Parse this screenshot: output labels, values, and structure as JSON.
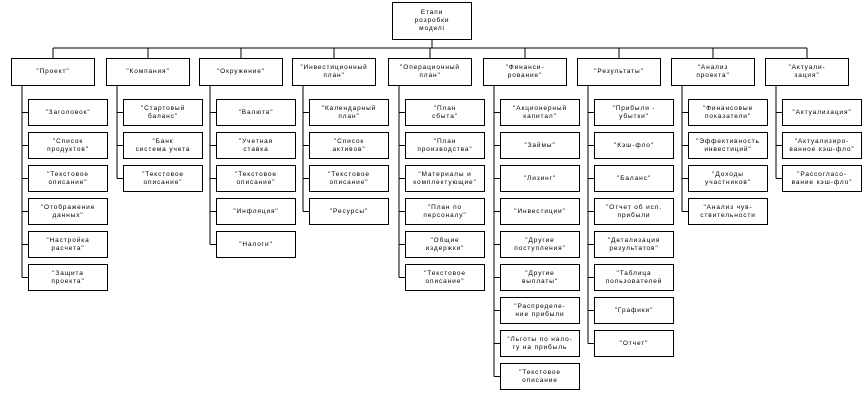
{
  "root": "Етапи\nрозробки\nмоделі",
  "columns": [
    {
      "header": "\"Проект\"",
      "items": [
        "\"Заголовок\"",
        "\"Список\nпродуктов\"",
        "\"Текстовое\nописание\"",
        "\"Отображение\nданных\"",
        "\"Настройка\nрасчета\"",
        "\"Защита\nпроекта\""
      ]
    },
    {
      "header": "\"Компания\"",
      "items": [
        "\"Стартовый\nбаланс\"",
        "\"Банк\nсистема учета",
        "\"Текстовое\nописание\""
      ]
    },
    {
      "header": "\"Окружение\"",
      "items": [
        "\"Валюта\"",
        "\"Учетная\nставка",
        "\"Текстовое\nописание\"",
        "\"Инфляция\"",
        "\"Налоги\""
      ]
    },
    {
      "header": "\"Инвестиционный\nплан\"",
      "items": [
        "\"Календарный\nплан\"",
        "\"Список\nактивов\"",
        "\"Текстовое\nописание\"",
        "\"Ресурсы\""
      ]
    },
    {
      "header": "\"Операционный\nплан\"",
      "items": [
        "\"План\nсбыта\"",
        "\"План\nпроизводства\"",
        "\"Материалы и\nкомплектующие\"",
        "\"План по\nперсоналу\"",
        "\"Общие\nиздержки\"",
        "\"Текстовое\nописание\""
      ]
    },
    {
      "header": "\"Финанси-\nрование\"",
      "items": [
        "\"Акционерный\nкапитал\"",
        "\"Займы\"",
        "\"Лизинг\"",
        "\"Инвестиции\"",
        "\"Другие\nпоступления\"",
        "\"Другие\nвыплаты\"",
        "\"Распределе-\nние прибыли",
        "\"Льготы по нало-\nгу на прибыль",
        "\"Текстовое\nописание"
      ]
    },
    {
      "header": "\"Результаты\"",
      "items": [
        "\"Прибыли -\nубытки\"",
        "\"Кэш-фло\"",
        "\"Баланс\"",
        "\"Отчет об исп.\nприбыли",
        "\"Детализация\nрезультатов\"",
        "\"Таблица\nпользователей",
        "\"Графики\"",
        "\"Отчет\""
      ]
    },
    {
      "header": "\"Анализ\nпроекта\"",
      "items": [
        "\"Финансовые\nпоказатели\"",
        "\"Эффективность\nинвестиций\"",
        "\"Доходы\nучастников\"",
        "\"Анализ чув-\nствительности"
      ]
    },
    {
      "header": "\"Актуали-\nзация\"",
      "items": [
        "\"Актуализация\"",
        "\"Актуализиро-\nванное кэш-фло\"",
        "\"Рассогласо-\nвание кэш-фло\""
      ]
    }
  ]
}
